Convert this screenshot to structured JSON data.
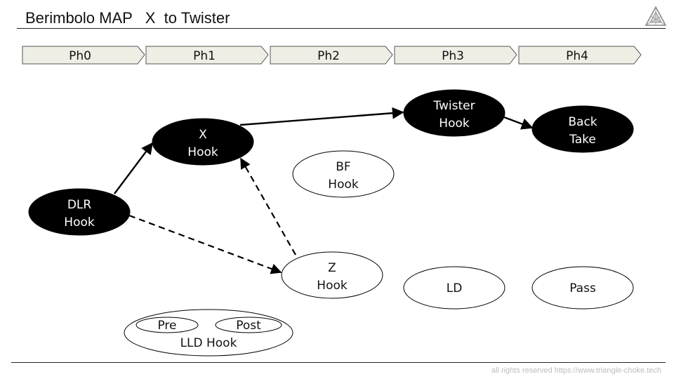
{
  "title": "Berimbolo MAP   X  to Twister",
  "footer": "all rights reserved https://www.triangle-choke.tech",
  "phases": [
    "Ph0",
    "Ph1",
    "Ph2",
    "Ph3",
    "Ph4"
  ],
  "nodes": {
    "dlr_hook": {
      "line1": "DLR",
      "line2": "Hook",
      "highlighted": true
    },
    "x_hook": {
      "line1": "X",
      "line2": "Hook",
      "highlighted": true
    },
    "twister_hook": {
      "line1": "Twister",
      "line2": "Hook",
      "highlighted": true
    },
    "back_take": {
      "line1": "Back",
      "line2": "Take",
      "highlighted": true
    },
    "bf_hook": {
      "line1": "BF",
      "line2": "Hook",
      "highlighted": false
    },
    "z_hook": {
      "line1": "Z",
      "line2": "Hook",
      "highlighted": false
    },
    "ld": {
      "label": "LD",
      "highlighted": false
    },
    "pass": {
      "label": "Pass",
      "highlighted": false
    },
    "lld_hook": {
      "label": "LLD Hook",
      "sub_pre": "Pre",
      "sub_post": "Post",
      "highlighted": false
    }
  },
  "edges": [
    {
      "from": "DLR Hook",
      "to": "X Hook",
      "style": "solid"
    },
    {
      "from": "X Hook",
      "to": "Twister Hook",
      "style": "solid"
    },
    {
      "from": "Twister Hook",
      "to": "Back Take",
      "style": "solid"
    },
    {
      "from": "DLR Hook",
      "to": "Z Hook",
      "style": "dashed"
    },
    {
      "from": "Z Hook",
      "to": "X Hook",
      "style": "dashed"
    }
  ],
  "colors": {
    "phase_fill": "#efeee5",
    "phase_stroke": "#555555",
    "node_dark": "#000000",
    "node_light": "#ffffff"
  }
}
